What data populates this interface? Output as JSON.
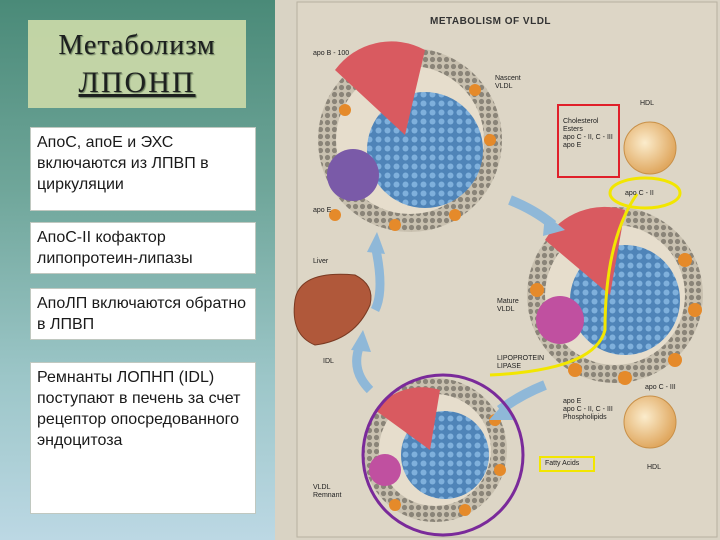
{
  "slide": {
    "title_line1": "Метаболизм",
    "title_line2": "ЛПОНП",
    "notes": [
      "АпоС, апоЕ и ЭХС включаются из ЛПВП в циркуляции",
      "АпоС-II кофактор липопротеин-липазы",
      "АпоЛП включаются обратно в ЛПВП",
      "Ремнанты ЛОПНП (IDL) поступают в печень за счет рецептор опосредованного эндоцитоза"
    ]
  },
  "figure": {
    "heading": "METABOLISM OF VLDL",
    "labels": {
      "apo_b100": "apo B - 100",
      "nascent_vldl": "Nascent\nVLDL",
      "hdl_top": "HDL",
      "chol_box": "Cholesterol\nEsters\napo C - II, C - III\napo E",
      "apo_c2_top": "apo C - II",
      "apo_e_left": "apo E",
      "liver": "Liver",
      "mature_vldl": "Mature\nVLDL",
      "idl": "IDL",
      "lipoprotein_lipase": "LIPOPROTEIN\nLIPASE",
      "apo_c3_right": "apo C - III",
      "lower_list": "apo E\napo C - II, C - III\nPhospholipids",
      "fatty_acids": "Fatty Acids",
      "hdl_bottom": "HDL",
      "vldl_remnant": "VLDL\nRemnant"
    }
  },
  "colors": {
    "red_box": "#e0202a",
    "yellow_mark": "#f2e600",
    "purple_circle": "#7a2a9a",
    "arrow_blue": "#8fb8d8"
  }
}
